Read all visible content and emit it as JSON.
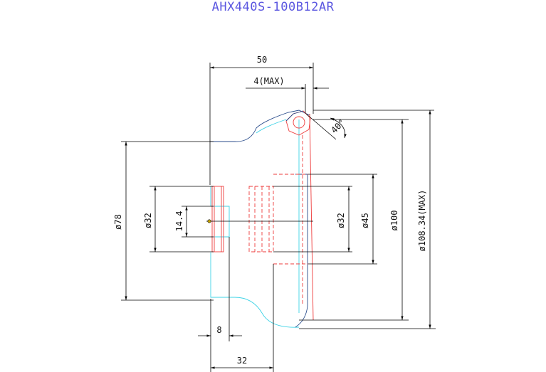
{
  "title": "AHX440S-100B12AR",
  "colors": {
    "title": "#5a56e0",
    "dimension": "#000000",
    "hidden_red": "#ee3b3b",
    "outline_cyan": "#3fd3e6",
    "outline_blue": "#274a8a"
  },
  "dimensions": {
    "overall_length": "50",
    "gap_max": "4(MAX)",
    "angle": "40°",
    "dia_78": "ø78",
    "dia_32_left": "ø32",
    "width_14_4": "14.4",
    "dia_32_right": "ø32",
    "dia_45": "ø45",
    "dia_100": "ø100",
    "dia_108": "ø108.34(MAX)",
    "offset_8": "8",
    "length_32": "32"
  }
}
